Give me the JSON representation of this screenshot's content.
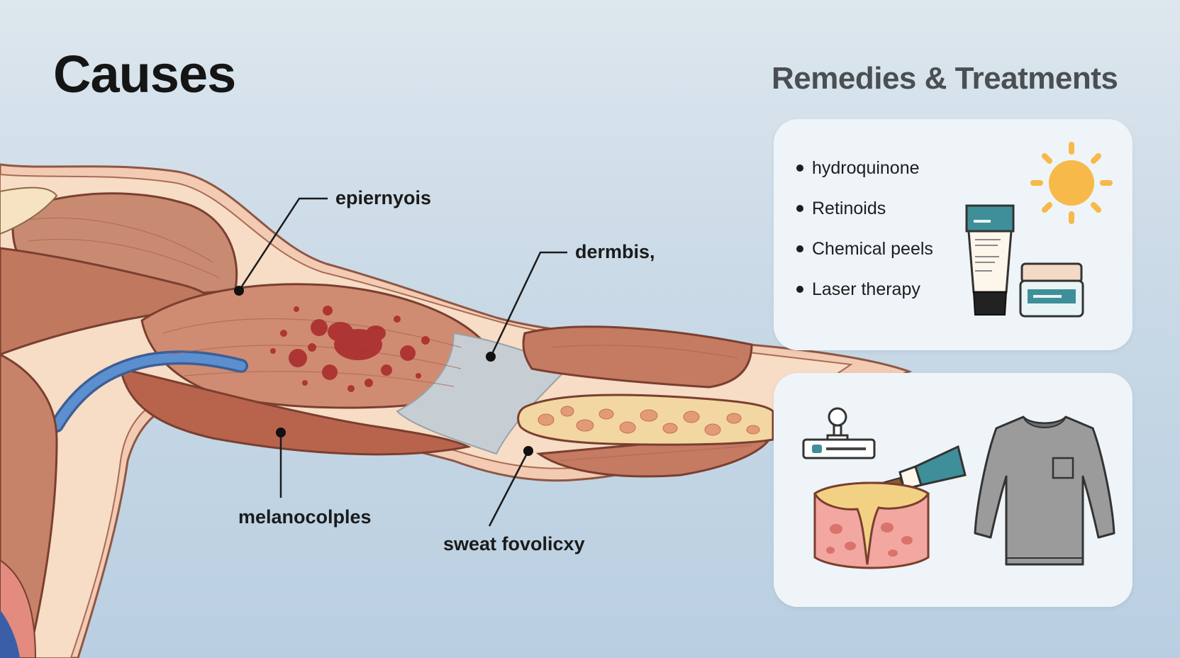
{
  "titles": {
    "causes": "Causes",
    "remedies": "Remedies & Treatments"
  },
  "labels": {
    "epidermis": "epiernyois",
    "dermis": "dermbis,",
    "melanocytes": "melanocolples",
    "sweat": "sweat fovolicxy"
  },
  "remedies": [
    {
      "label": "hydroquinone"
    },
    {
      "label": "Retinoids"
    },
    {
      "label": "Chemical peels"
    },
    {
      "label": "Laser therapy"
    }
  ],
  "icons": [
    "sun-icon",
    "cream-tube-icon",
    "cream-jar-icon",
    "laser-device-icon",
    "applicator-tube-icon",
    "skin-tissue-icon",
    "long-sleeve-shirt-icon"
  ],
  "colors": {
    "muscle": "#c98a72",
    "muscle_dark": "#a45a44",
    "skin": "#f3c9b0",
    "spots": "#a8282a",
    "vein": "#4a7fc1",
    "sun": "#f6b94a",
    "teal": "#3f8f9a"
  }
}
